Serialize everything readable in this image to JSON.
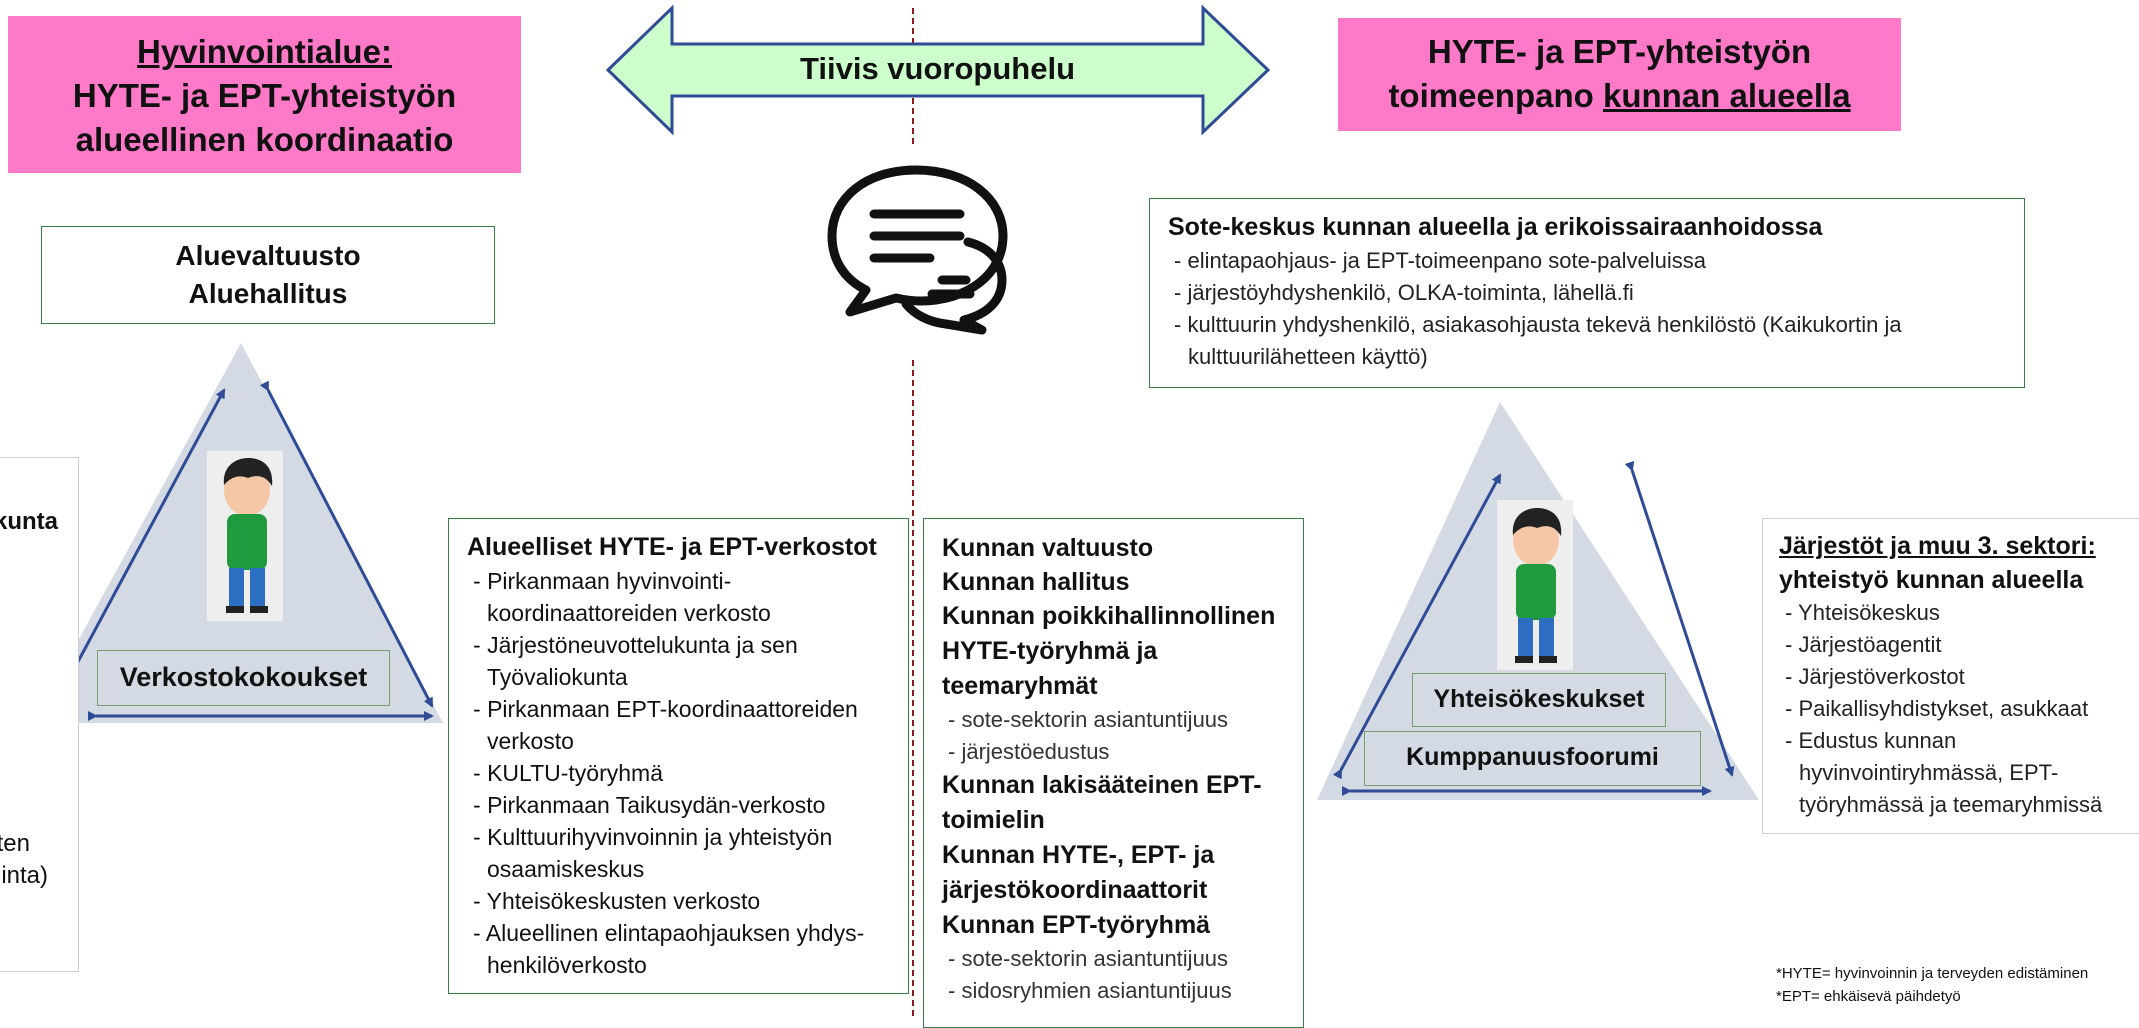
{
  "colors": {
    "pink": "#ff79c9",
    "arrow_fill": "#ccffcc",
    "arrow_stroke": "#2f4b96",
    "box_border": "#3a7d44",
    "triangle": "#d4dae4",
    "divider": "#8b1a1a"
  },
  "left_header": {
    "line1": "Hyvinvointialue:",
    "line2": "HYTE- ja EPT-yhteistyön",
    "line3": "alueellinen koordinaatio"
  },
  "right_header": {
    "line1": "HYTE- ja EPT-yhteistyön",
    "line2_prefix": "toimeenpano ",
    "line2_underlined": "kunnan alueella"
  },
  "center_arrow_label": "Tiivis vuoropuhelu",
  "chat_icon": "chat-bubbles-icon",
  "council_box": {
    "line1": "Aluevaltuusto",
    "line2": "Aluehallitus"
  },
  "left_triangle_label": "Verkostokokoukset",
  "partial_box": {
    "line1": "kunta",
    "line2": "ten",
    "line3": "inta)"
  },
  "regional_networks": {
    "title": "Alueelliset HYTE- ja EPT-verkostot",
    "items": [
      "Pirkanmaan hyvinvointi- koordinaattoreiden verkosto",
      "Järjestöneuvottelukunta ja sen Työvaliokunta",
      "Pirkanmaan EPT-koordinaattoreiden verkosto",
      "KULTU-työryhmä",
      "Pirkanmaan Taikusydän-verkosto",
      "Kulttuurihyvinvoinnin ja yhteistyön osaamiskeskus",
      "Yhteisökeskusten verkosto",
      "Alueellinen elintapaohjauksen yhdys- henkilöverkosto"
    ]
  },
  "municipal": {
    "bold_top": [
      "Kunnan valtuusto",
      "Kunnan hallitus",
      "Kunnan poikkihallinnollinen HYTE-työryhmä ja teemaryhmät"
    ],
    "items1": [
      "sote-sektorin asiantuntijuus",
      "järjestöedustus"
    ],
    "bold_mid": [
      "Kunnan lakisääteinen EPT-toimielin",
      "Kunnan HYTE-, EPT- ja järjestökoordinaattorit",
      "Kunnan EPT-työryhmä"
    ],
    "items2": [
      "sote-sektorin asiantuntijuus",
      "sidosryhmien asiantuntijuus"
    ]
  },
  "sote": {
    "title": "Sote-keskus kunnan alueella ja erikoissairaanhoidossa",
    "items": [
      "elintapaohjaus- ja EPT-toimeenpano sote-palveluissa",
      "järjestöyhdyshenkilö, OLKA-toiminta, lähellä.fi",
      "kulttuurin yhdyshenkilö, asiakasohjausta tekevä henkilöstö (Kaikukortin ja kulttuurilähetteen käyttö)"
    ]
  },
  "right_triangle_labels": {
    "upper": "Yhteisökeskukset",
    "lower": "Kumppanuusfoorumi"
  },
  "organizations": {
    "title_underlined": "Järjestöt ja muu 3. sektori:",
    "title_line2": "yhteistyö kunnan alueella",
    "items": [
      "Yhteisökeskus",
      "Järjestöagentit",
      "Järjestöverkostot",
      "Paikallisyhdistykset, asukkaat",
      "Edustus kunnan hyvinvointiryhmässä, EPT-työryhmässä ja teemaryhmissä"
    ]
  },
  "footnotes": [
    "*HYTE= hyvinvoinnin ja terveyden edistäminen",
    "*EPT= ehkäisevä päihdetyö"
  ]
}
